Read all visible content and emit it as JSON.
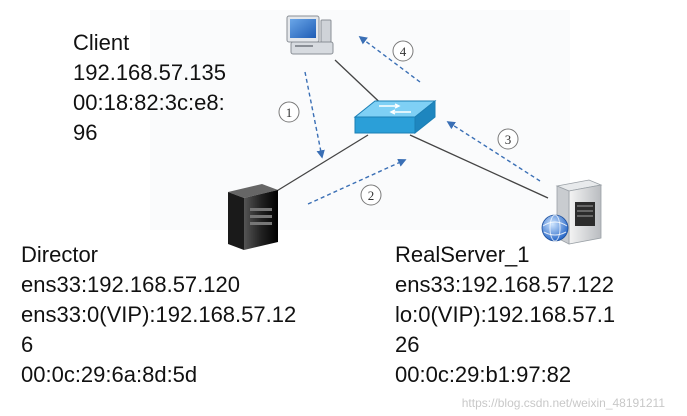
{
  "client": {
    "title": "Client",
    "ip": "192.168.57.135",
    "mac_line1": "00:18:82:3c:e8:",
    "mac_line2": "96"
  },
  "director": {
    "title": "Director",
    "line1": "ens33:192.168.57.120",
    "line2": "ens33:0(VIP):192.168.57.12",
    "line3": "6",
    "line4": "00:0c:29:6a:8d:5d"
  },
  "realserver": {
    "title": "RealServer_1",
    "line1": "ens33:192.168.57.122",
    "line2": "lo:0(VIP):192.168.57.1",
    "line3": "26",
    "line4": "00:0c:29:b1:97:82"
  },
  "steps": [
    "1",
    "2",
    "3",
    "4"
  ],
  "watermark": "https://blog.csdn.net/weixin_48191211",
  "icons": {
    "client": "desktop-computer-icon",
    "switch": "network-switch-icon",
    "director": "server-tower-icon",
    "realserver": "web-server-icon"
  },
  "colors": {
    "link": "#444444",
    "flow": "#3a6fb5",
    "switch": "#2b9fd8",
    "text": "#111111"
  }
}
